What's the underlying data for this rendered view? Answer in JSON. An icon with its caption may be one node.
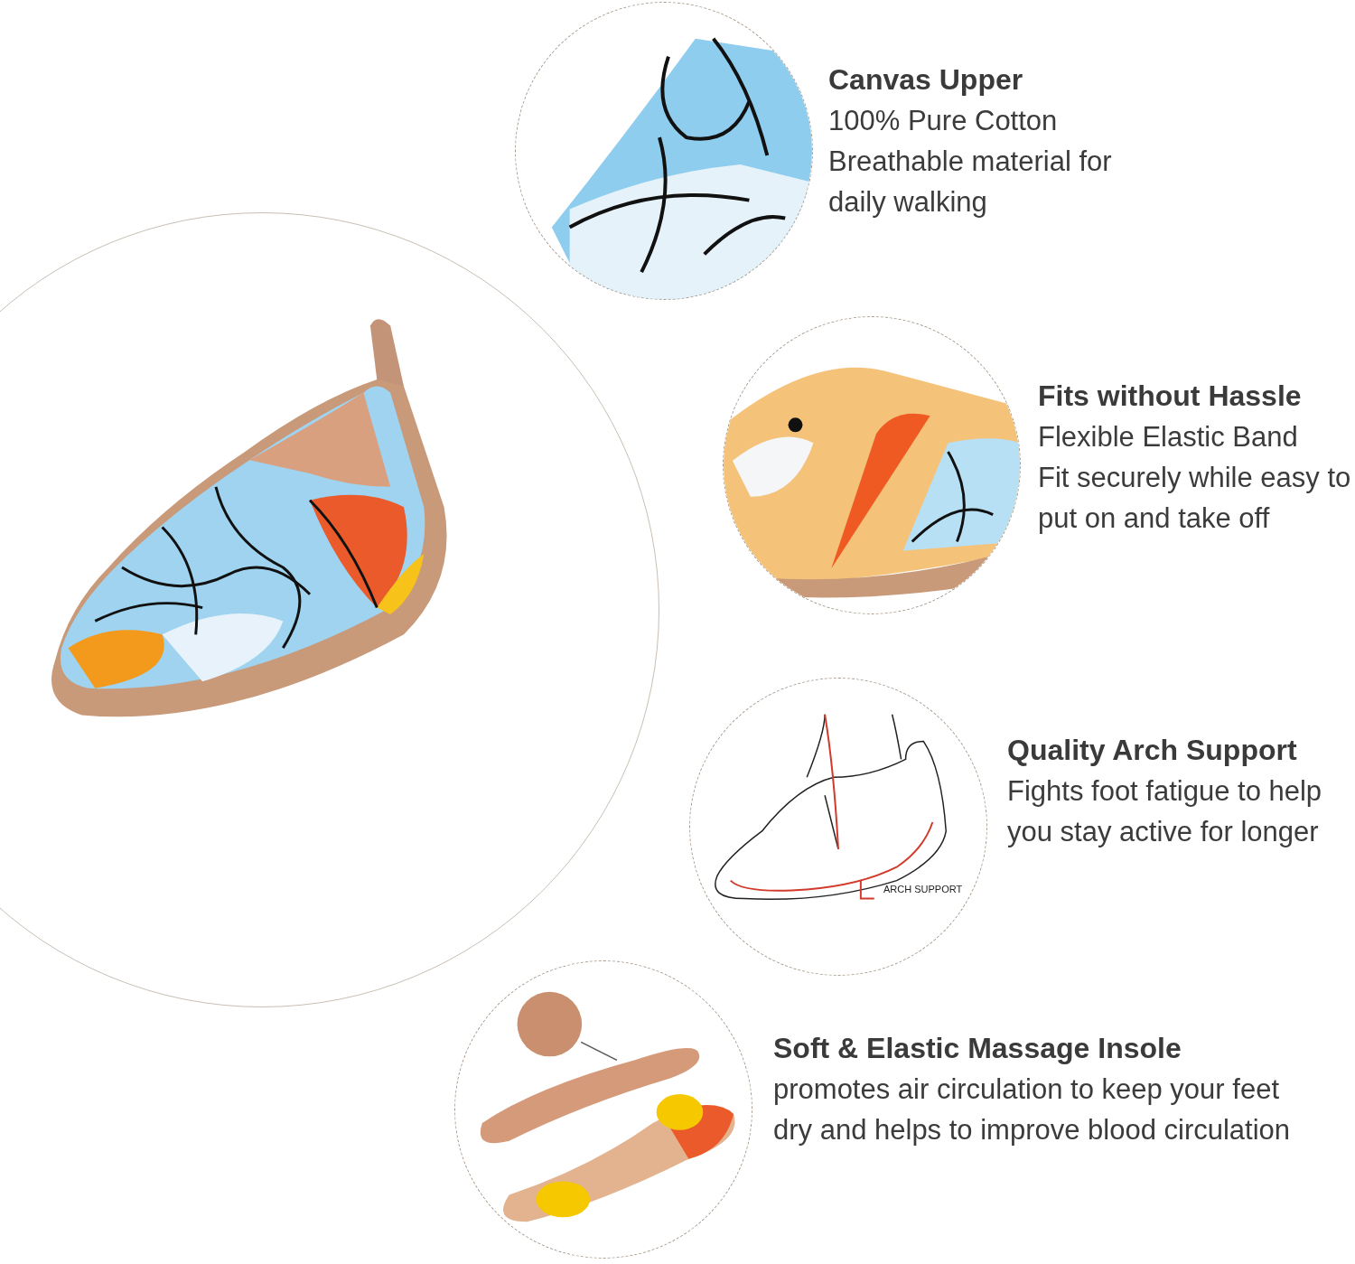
{
  "diagram": {
    "nodes": [
      {
        "text": [],
        "shape": "picture"
      },
      {
        "text": [],
        "shape": "picture",
        "beside": [
          "Canvas Upper",
          "100% Pure Cotton",
          "Breathable material for daily walking"
        ]
      },
      {
        "text": [],
        "shape": "picture",
        "beside": [
          "Fits without Hassle",
          "Flexible Elastic Band",
          "Fit securely while easy to put on and take off"
        ]
      },
      {
        "text": [],
        "shape": "picture",
        "beside": [
          "Quality Arch Support",
          "Fights foot fatigue to help you stay active for longer"
        ]
      },
      {
        "text": [],
        "shape": "picture",
        "beside": [
          "Soft & Elastic Massage Insole",
          "promotes air circulation to keep your feet dry and helps to improve blood circulation"
        ]
      }
    ],
    "labels": [
      "ARCH SUPPORT"
    ]
  }
}
